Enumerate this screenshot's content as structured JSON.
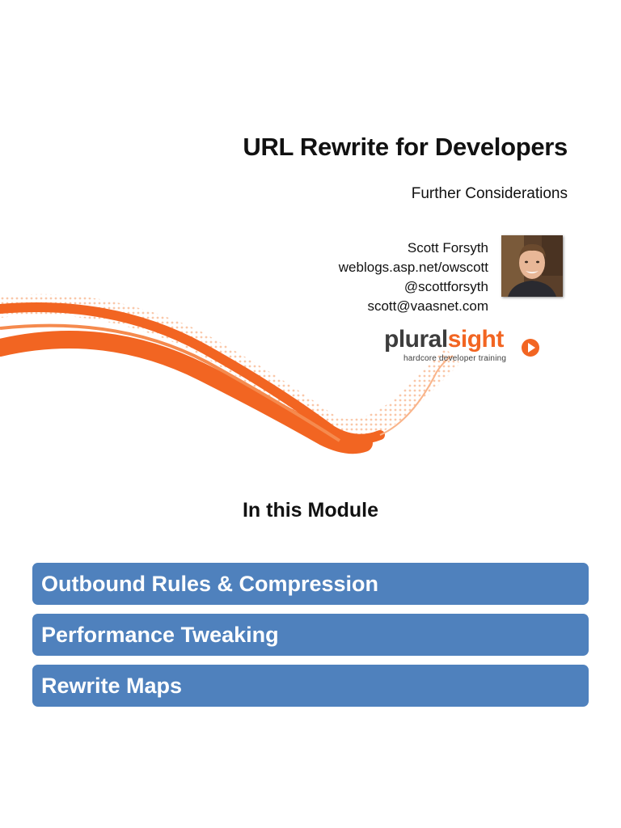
{
  "title": "URL Rewrite for Developers",
  "subtitle": "Further Considerations",
  "author": {
    "name": "Scott Forsyth",
    "blog": "weblogs.asp.net/owscott",
    "twitter": "@scottforsyth",
    "email": "scott@vaasnet.com"
  },
  "logo": {
    "word_part1": "plural",
    "word_part2": "sight",
    "tagline": "hardcore developer training"
  },
  "module": {
    "heading": "In this Module",
    "items": [
      "Outbound Rules & Compression",
      "Performance Tweaking",
      "Rewrite Maps"
    ]
  },
  "colors": {
    "accent_orange": "#f26522",
    "item_blue": "#4f81bd"
  }
}
